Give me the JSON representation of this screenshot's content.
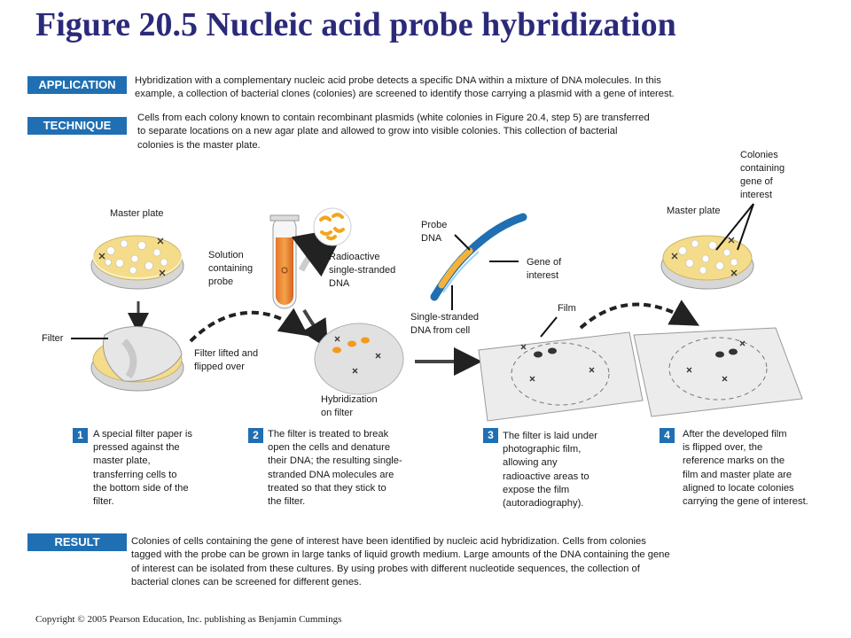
{
  "title": "Figure 20.5 Nucleic acid probe hybridization",
  "application": {
    "label": "APPLICATION",
    "lines": [
      "Hybridization with a complementary nucleic acid probe detects a specific DNA within a mixture of DNA molecules. In this",
      "example, a collection of bacterial clones (colonies) are screened to identify those carrying a plasmid with a gene of interest."
    ]
  },
  "technique": {
    "label": "TECHNIQUE",
    "lines": [
      "Cells from each colony known to contain recombinant plasmids (white colonies in Figure 20.4, step 5) are transferred",
      "to separate locations on a new agar plate and allowed to grow into visible colonies. This collection of bacterial",
      "colonies is the master plate."
    ]
  },
  "labels": {
    "master_plate_left": "Master plate",
    "filter": "Filter",
    "solution": [
      "Solution",
      "containing",
      "probe"
    ],
    "radioactive": [
      "Radioactive",
      "single-stranded",
      "DNA"
    ],
    "probe_dna": [
      "Probe",
      "DNA"
    ],
    "gene_of_interest": [
      "Gene of",
      "interest"
    ],
    "single_stranded": [
      "Single-stranded",
      "DNA from cell"
    ],
    "filter_lifted": [
      "Filter lifted and",
      "flipped over"
    ],
    "hybridization": [
      "Hybridization",
      "on filter"
    ],
    "film": "Film",
    "master_plate_right": "Master plate",
    "colonies_containing": [
      "Colonies",
      "containing",
      "gene of",
      "interest"
    ]
  },
  "steps": [
    {
      "num": "1",
      "lines": [
        "A special filter paper is",
        "pressed against  the",
        "master plate,",
        "transferring cells to",
        "the bottom side of the",
        "filter."
      ]
    },
    {
      "num": "2",
      "lines": [
        "The filter is treated to break",
        "open the cells and denature",
        "their DNA; the resulting single-",
        "stranded DNA molecules are",
        "treated so that they stick to",
        "the filter."
      ]
    },
    {
      "num": "3",
      "lines": [
        "The filter is laid under",
        "photographic film,",
        "allowing any",
        "radioactive areas to",
        "expose the film",
        "(autoradiography)."
      ]
    },
    {
      "num": "4",
      "lines": [
        "After the developed film",
        "is flipped over, the",
        "reference marks on the",
        "film and master plate are",
        "aligned to locate colonies",
        "carrying the gene of interest."
      ]
    }
  ],
  "result": {
    "label": "RESULT",
    "lines": [
      "Colonies of cells containing the gene of interest have been identified by nucleic acid hybridization. Cells from colonies",
      "tagged with the probe can be grown in large tanks of liquid growth medium. Large amounts of the DNA containing the gene",
      "of interest can be isolated from these cultures. By using probes with different nucleotide sequences, the collection of",
      "bacterial clones can be screened for different genes."
    ]
  },
  "copyright": "Copyright © 2005 Pearson Education, Inc. publishing as Benjamin Cummings",
  "colors": {
    "title": "#2b2a7a",
    "tag": "#1f6fb2",
    "agar": "#f4dc8a",
    "radioactive": "#f39a1d",
    "probe": "#e8a21c",
    "dna": "#2a8fd0"
  }
}
